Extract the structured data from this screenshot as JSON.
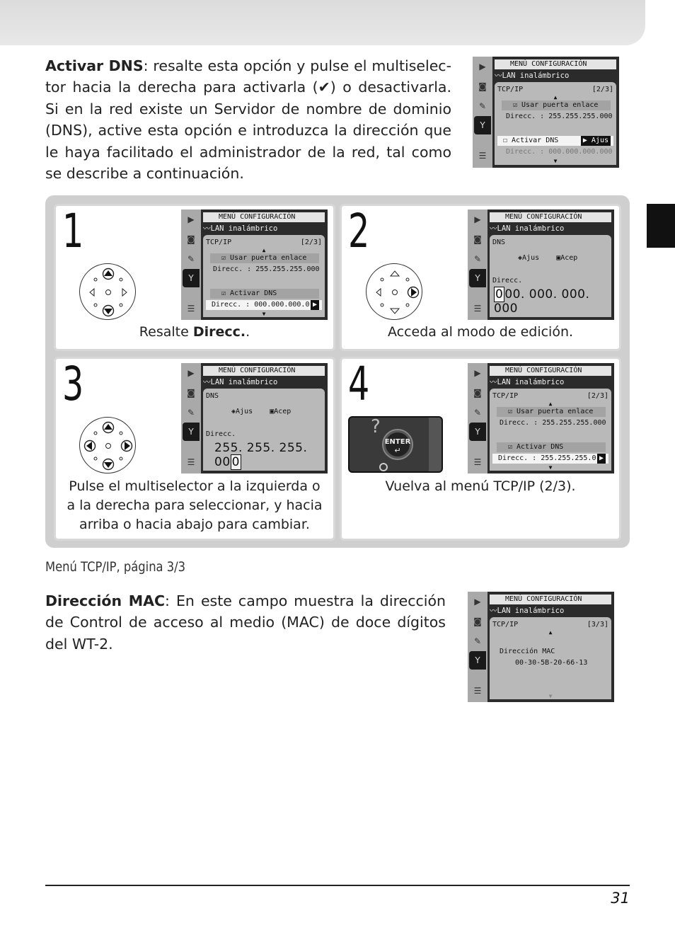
{
  "intro": {
    "term": "Activar DNS",
    "text": ": resalte esta opción y pulse el multiselec­tor hacia la derecha para activarla (✔) o desactivarla. Si en la red existe un Servidor de nombre de dominio (DNS), active esta opción e introduzca la dirección que le haya facilitado el administrador de la red, tal como se describe a continuación."
  },
  "lcd_common": {
    "header": "MENÚ CONFIGURACIÓN",
    "submenu": "LAN inalámbrico"
  },
  "screen_top": {
    "title": "TCP/IP",
    "page": "[2/3]",
    "row1": "☑ Usar puerta enlace",
    "row2": "Direcc. : 255.255.255.000",
    "row3": "☐ Activar DNS",
    "row3_action": "▶ Ajus",
    "row4": "Direcc. : 000.000.000.000"
  },
  "steps": [
    {
      "number": "1",
      "caption_prefix": "Resalte ",
      "caption_bold": "Direcc.",
      "caption_suffix": ".",
      "screen": {
        "title": "TCP/IP",
        "page": "[2/3]",
        "row1": "☑ Usar puerta enlace",
        "row2": "Direcc. : 255.255.255.000",
        "row3": "☑ Activar DNS",
        "row4": "Direcc. : 000.000.000.0"
      }
    },
    {
      "number": "2",
      "caption": "Acceda al modo de edición.",
      "screen": {
        "title": "DNS",
        "hint_adjust": "Ajus",
        "hint_accept": "Acep",
        "label": "Direcc.",
        "value_cursor": "0",
        "value_rest": "00. 000. 000. 000"
      }
    },
    {
      "number": "3",
      "caption": "Pulse el multiselector a la izquierda o a la derecha para seleccionar, y hacia arriba o hacia abajo para cambiar.",
      "screen": {
        "title": "DNS",
        "hint_adjust": "Ajus",
        "hint_accept": "Acep",
        "label": "Direcc.",
        "value_rest": "255. 255. 255. 00",
        "value_cursor": "0"
      }
    },
    {
      "number": "4",
      "caption": "Vuelva al menú TCP/IP (2/3).",
      "button_label": "ENTER",
      "screen": {
        "title": "TCP/IP",
        "page": "[2/3]",
        "row1": "☑ Usar puerta enlace",
        "row2": "Direcc. : 255.255.255.000",
        "row3": "☑ Activar DNS",
        "row4": "Direcc. : 255.255.255.0"
      }
    }
  ],
  "subheading": "Menú TCP/IP, página 3/3",
  "mac": {
    "term": "Dirección MAC",
    "text": ": En este campo muestra la dirección de Control de acceso al medio (MAC) de doce dígitos del WT-2.",
    "screen": {
      "title": "TCP/IP",
      "page": "[3/3]",
      "label": "Dirección MAC",
      "value": "00-30-5B-20-66-13"
    }
  },
  "page_number": "31"
}
